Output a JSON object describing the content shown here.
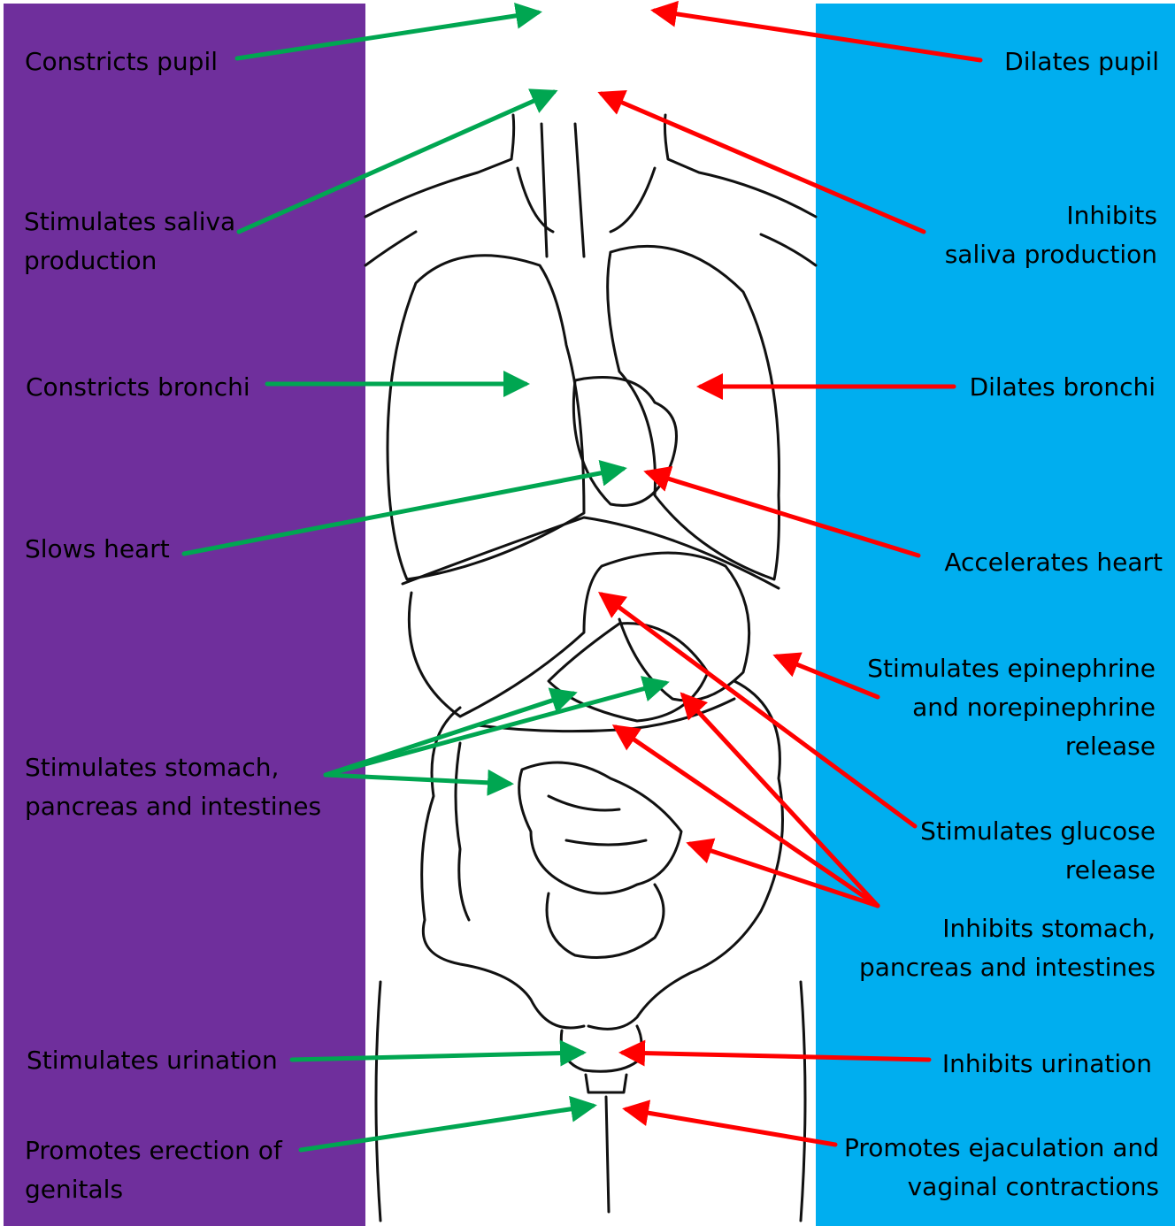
{
  "colors": {
    "parasympathetic_panel": "#6f2f9c",
    "sympathetic_panel": "#00aeef",
    "parasympathetic_arrow": "#00a651",
    "sympathetic_arrow": "#ff0000"
  },
  "left_labels": [
    "Constricts pupil",
    "Stimulates saliva\nproduction",
    "Constricts bronchi",
    "Slows heart",
    "Stimulates stomach,\npancreas and intestines",
    "Stimulates urination",
    "Promotes erection of\ngenitals"
  ],
  "right_labels": [
    "Dilates pupil",
    "Inhibits\nsaliva production",
    "Dilates bronchi",
    "Accelerates heart",
    "Stimulates epinephrine\nand norepinephrine\nrelease",
    "Stimulates glucose\nrelease",
    "Inhibits stomach,\npancreas and intestines",
    "Inhibits urination",
    "Promotes ejaculation and\nvaginal contractions"
  ]
}
